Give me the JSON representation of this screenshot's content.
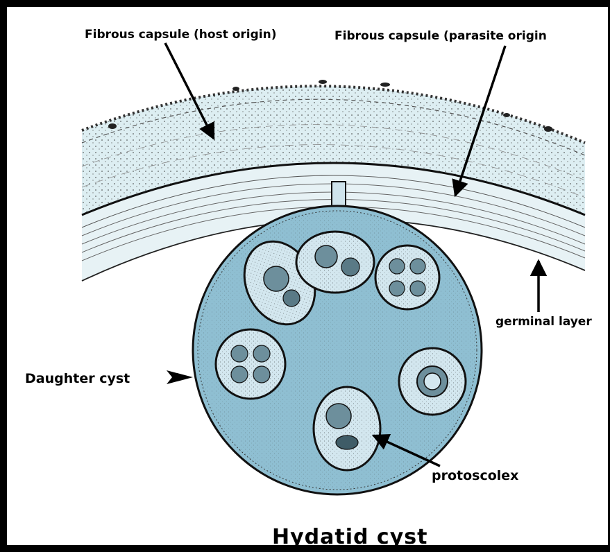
{
  "figure": {
    "title": "Hydatid cyst",
    "labels": {
      "host_capsule": "Fibrous capsule (host origin)",
      "parasite_capsule": "Fibrous capsule (parasite origin",
      "germinal_layer": "germinal layer",
      "daughter_cyst": "Daughter cyst",
      "protoscolex": "protoscolex"
    }
  },
  "colors": {
    "frame": "#000000",
    "host_tissue": "#ddeef2",
    "cyst_fluid": "#8fbfd2",
    "brood_capsule": "#d3e7ef",
    "ink": "#1a1a1a"
  }
}
